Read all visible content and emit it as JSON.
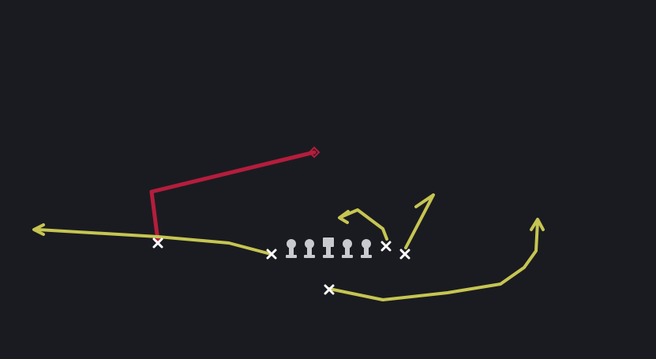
{
  "colors": {
    "background": "#1a1b20",
    "primary_route": "#b51d3c",
    "secondary_route": "#c6c552",
    "player_marker": "#ffffff",
    "lineman": "#c9cacf"
  },
  "icons": {
    "receiver": "x-marker-icon",
    "lineman": "lineman-icon",
    "center": "center-icon",
    "primary_endpoint": "diamond-icon"
  },
  "players": [
    {
      "id": "left-receiver",
      "role": "receiver",
      "route": "primary"
    },
    {
      "id": "left-slot",
      "role": "receiver",
      "route": "secondary"
    },
    {
      "id": "right-slot",
      "role": "receiver",
      "route": "secondary"
    },
    {
      "id": "right-receiver",
      "role": "receiver",
      "route": "secondary"
    },
    {
      "id": "running-back",
      "role": "receiver",
      "route": "secondary"
    }
  ],
  "linemen": [
    "left-tackle",
    "left-guard",
    "center",
    "right-guard",
    "right-tackle"
  ]
}
